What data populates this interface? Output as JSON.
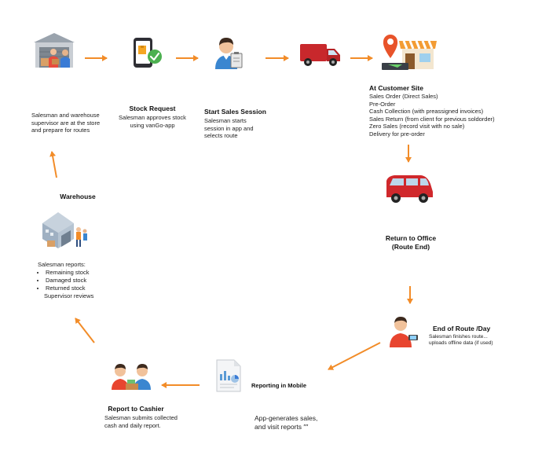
{
  "steps": {
    "prepare": {
      "text": "Salesman and warehouse supervisor are at the store and prepare for routes"
    },
    "stock_request": {
      "title": "Stock Request",
      "text": "Salesman approves stock using vanGo-app"
    },
    "start_session": {
      "title": "Start Sales Session",
      "text": "Salesman starts session in app and selects route"
    },
    "customer_site": {
      "title": "At Customer Site",
      "items": [
        "Sales Order (Direct Sales)",
        "Pre-Order",
        "Cash Collection (with preassigned invoices)",
        "Sales Return (from client for previous soldorder)",
        "Zero Sales (record visit with no sale)",
        "Delivery for pre-order"
      ]
    },
    "return_office": {
      "title_line1": "Return to Office",
      "title_line2": "(Route End)"
    },
    "end_route": {
      "title": "End of Route /Day",
      "line1": "Salesman finishes route...",
      "line2": "uploads offline data (if used)"
    },
    "reporting": {
      "title": "Reporting in Mobile",
      "note_line1": "App-generates sales,",
      "note_line2": "and visit reports ″″"
    },
    "cashier": {
      "title": "Report to Cashier",
      "text": "Salesman submits collected cash and daily report."
    },
    "warehouse": {
      "title": "Warehouse",
      "intro": "Salesman reports:",
      "items": [
        "Remaining stock",
        "Damaged stock",
        "Returned stock"
      ],
      "extra": "Supervisor reviews"
    }
  },
  "colors": {
    "arrow": "#f28c28",
    "van": "#c8282c",
    "pin": "#e8532a",
    "text": "#222222"
  },
  "icons": [
    "warehouse-people-icon",
    "phone-check-icon",
    "salesman-clipboard-icon",
    "delivery-van-icon",
    "shop-map-pin-icon",
    "red-van-icon",
    "salesman-phone-icon",
    "report-document-icon",
    "cashier-exchange-icon",
    "warehouse-building-icon"
  ]
}
